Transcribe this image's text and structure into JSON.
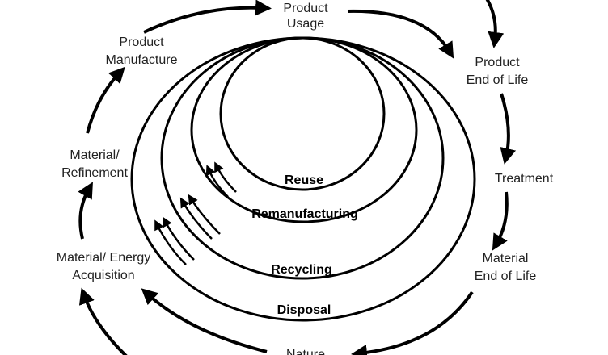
{
  "stages": {
    "product_usage": [
      "Product",
      "Usage"
    ],
    "product_end_of_life": [
      "Product",
      "End of Life"
    ],
    "treatment": [
      "Treatment"
    ],
    "material_end_of_life": [
      "Material",
      "End of Life"
    ],
    "nature": [
      "Nature"
    ],
    "material_energy_acquisition": [
      "Material/ Energy",
      "Acquisition"
    ],
    "material_refinement": [
      "Material/",
      "Refinement"
    ],
    "product_manufacture": [
      "Product",
      "Manufacture"
    ]
  },
  "loops": {
    "reuse": "Reuse",
    "remanufacturing": "Remanufacturing",
    "recycling": "Recycling",
    "disposal": "Disposal"
  },
  "colors": {
    "stroke": "#000000",
    "text": "#222222"
  }
}
